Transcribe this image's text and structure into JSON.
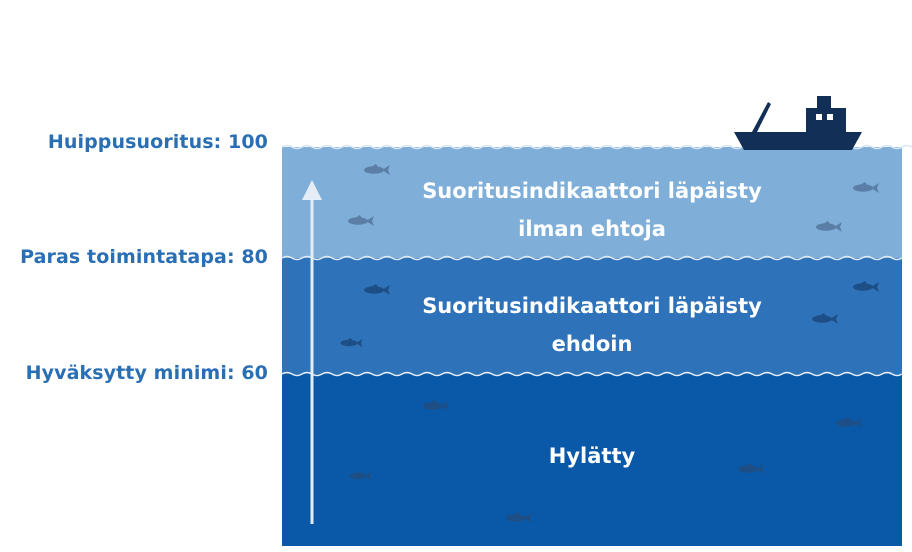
{
  "levels": {
    "top": "Huippusuoritus: 100",
    "middle": "Paras toimintatapa: 80",
    "low": "Hyväksytty minimi: 60"
  },
  "zones": {
    "top": {
      "line1": "Suoritusindikaattori läpäisty",
      "line2": "ilman ehtoja",
      "color": "#7fafd9"
    },
    "middle": {
      "line1": "Suoritusindikaattori läpäisty",
      "line2": "ehdoin",
      "color": "#2e72ba"
    },
    "low": {
      "line1": "Hylätty",
      "color": "#0a59a8"
    }
  },
  "colors": {
    "label": "#2a6fb3",
    "fish_light": "#5a7ea6",
    "fish_dark": "#1d4f86",
    "boat": "#112f57"
  },
  "icons": {
    "boat": "fishing-boat-icon",
    "fish": "fish-icon",
    "arrow": "up-arrow-icon"
  }
}
